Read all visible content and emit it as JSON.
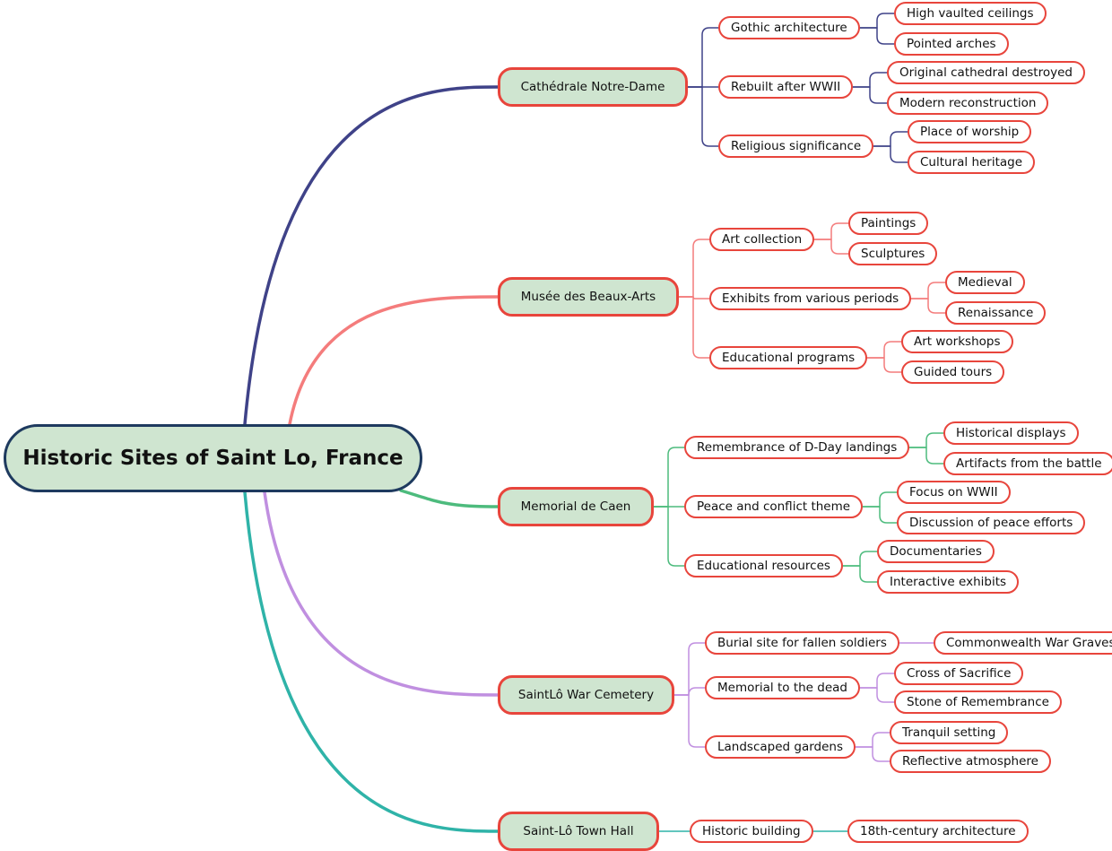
{
  "root": {
    "label": "Historic Sites of Saint Lo, France"
  },
  "branches": [
    {
      "label": "Cathédrale Notre-Dame",
      "color": "#3f4288",
      "children": [
        {
          "label": "Gothic architecture",
          "children": [
            "High vaulted ceilings",
            "Pointed arches"
          ]
        },
        {
          "label": "Rebuilt after WWII",
          "children": [
            "Original cathedral destroyed",
            "Modern reconstruction"
          ]
        },
        {
          "label": "Religious significance",
          "children": [
            "Place of worship",
            "Cultural heritage"
          ]
        }
      ]
    },
    {
      "label": "Musée des Beaux-Arts",
      "color": "#f47c7c",
      "children": [
        {
          "label": "Art collection",
          "children": [
            "Paintings",
            "Sculptures"
          ]
        },
        {
          "label": "Exhibits from various periods",
          "children": [
            "Medieval",
            "Renaissance"
          ]
        },
        {
          "label": "Educational programs",
          "children": [
            "Art workshops",
            "Guided tours"
          ]
        }
      ]
    },
    {
      "label": "Memorial de Caen",
      "color": "#4dbb7d",
      "children": [
        {
          "label": "Remembrance of D-Day landings",
          "children": [
            "Historical displays",
            "Artifacts from the battle"
          ]
        },
        {
          "label": "Peace and conflict theme",
          "children": [
            "Focus on WWII",
            "Discussion of peace efforts"
          ]
        },
        {
          "label": "Educational resources",
          "children": [
            "Documentaries",
            "Interactive exhibits"
          ]
        }
      ]
    },
    {
      "label": "SaintLô War Cemetery",
      "color": "#c08fe0",
      "children": [
        {
          "label": "Burial site for fallen soldiers",
          "children": [
            "Commonwealth War Graves"
          ]
        },
        {
          "label": "Memorial to the dead",
          "children": [
            "Cross of Sacrifice",
            "Stone of Remembrance"
          ]
        },
        {
          "label": "Landscaped gardens",
          "children": [
            "Tranquil setting",
            "Reflective atmosphere"
          ]
        }
      ]
    },
    {
      "label": "Saint-Lô Town Hall",
      "color": "#2fb3a8",
      "children": [
        {
          "label": "Historic building",
          "children": [
            "18th-century architecture"
          ]
        }
      ]
    }
  ]
}
